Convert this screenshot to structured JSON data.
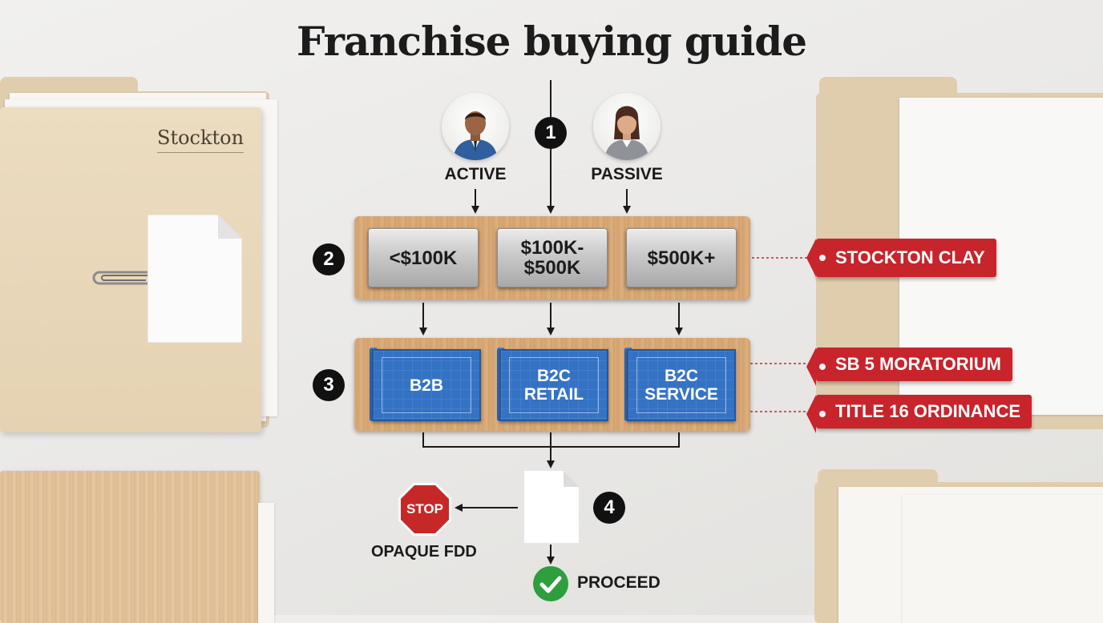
{
  "title": "Franchise buying guide",
  "folder_label": "Stockton",
  "flow": {
    "step1": {
      "number": "1",
      "options": [
        {
          "label": "ACTIVE",
          "icon": "man-avatar-icon"
        },
        {
          "label": "PASSIVE",
          "icon": "woman-avatar-icon"
        }
      ]
    },
    "step2": {
      "number": "2",
      "items": [
        "<$100K",
        "$100K-\n$500K",
        "$500K+"
      ]
    },
    "step3": {
      "number": "3",
      "items": [
        "B2B",
        "B2C\nRETAIL",
        "B2C\nSERVICE"
      ]
    },
    "step4": {
      "number": "4",
      "stop_sign": "STOP",
      "stop_label": "OPAQUE FDD",
      "proceed_label": "PROCEED"
    }
  },
  "tags": [
    "STOCKTON CLAY",
    "SB 5 MORATORIUM",
    "TITLE 16 ORDINANCE"
  ],
  "colors": {
    "tag_red": "#c8242b",
    "blueprint_blue": "#3472c4",
    "proceed_green": "#2e9e3e",
    "stop_red": "#c62828"
  }
}
